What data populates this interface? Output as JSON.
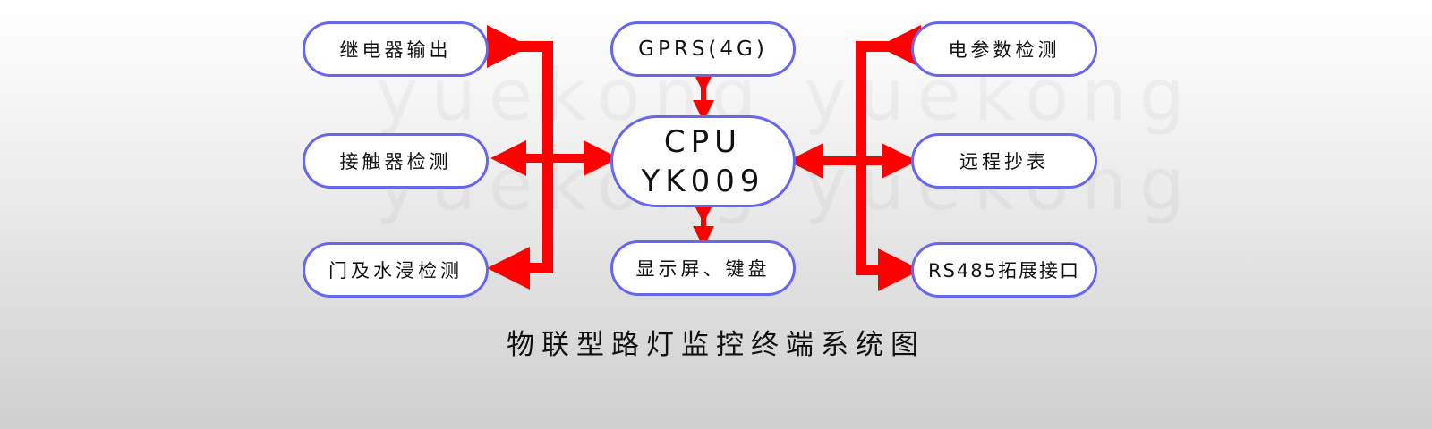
{
  "watermark": "yuekong yuekong",
  "left": [
    "继电器输出",
    "接触器检测",
    "门及水浸检测"
  ],
  "center": {
    "top": "GPRS(4G)",
    "cpu_line1": "CPU",
    "cpu_line2": "YK009",
    "bottom": "显示屏、键盘"
  },
  "right": [
    "电参数检测",
    "远程抄表",
    "RS485拓展接口"
  ],
  "title": "物联型路灯监控终端系统图",
  "colors": {
    "arrow": "#ff0000",
    "border": "#6666ee"
  }
}
